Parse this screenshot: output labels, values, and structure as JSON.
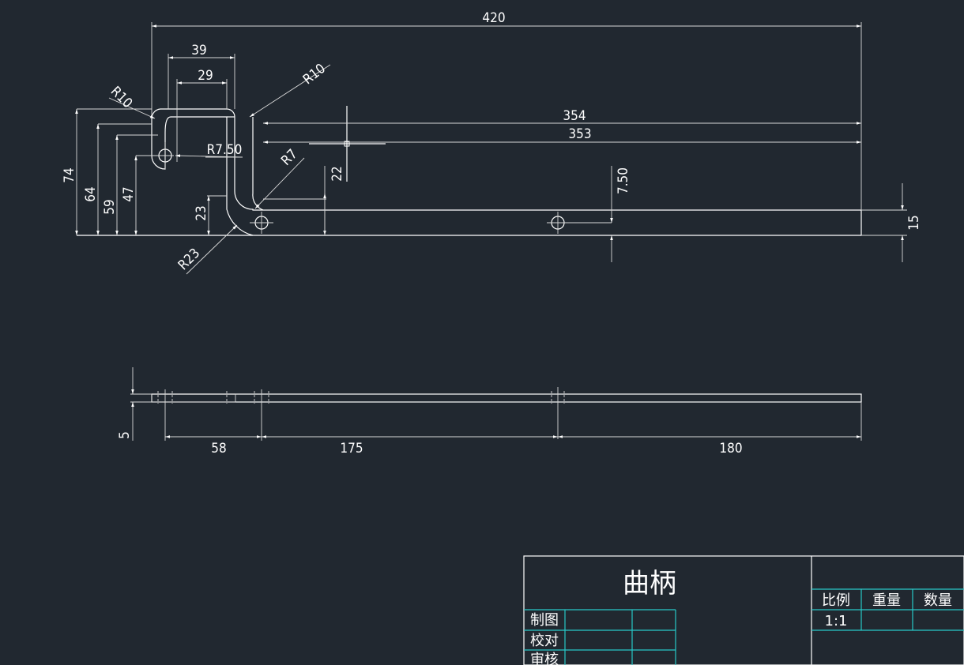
{
  "drawing": {
    "colors": {
      "background": "#212830",
      "lines": "#ffffff",
      "titleblock_grid": "#28c8c8"
    },
    "front_view": {
      "dimensions": {
        "overall_length": "420",
        "boss_outer_width": "39",
        "boss_inner_width": "29",
        "left_corner_radius": "R10",
        "right_corner_radius": "R10",
        "bar_length_outer": "354",
        "bar_length_inner": "353",
        "hole_radius": "R7.50",
        "inner_bend_radius": "R7",
        "outer_bend_radius": "R23",
        "height_74": "74",
        "height_64": "64",
        "height_59": "59",
        "height_47": "47",
        "height_23": "23",
        "height_22": "22",
        "hole_offset": "7.50",
        "bar_height": "15"
      }
    },
    "top_view": {
      "dimensions": {
        "thickness": "5",
        "segment_1": "58",
        "segment_2": "175",
        "segment_3": "180"
      }
    }
  },
  "title_block": {
    "part_name": "曲柄",
    "headers": {
      "scale": "比例",
      "weight": "重量",
      "quantity": "数量"
    },
    "scale_value": "1:1",
    "rows": {
      "drawn": "制图",
      "checked": "校对",
      "reviewed": "审核"
    }
  }
}
